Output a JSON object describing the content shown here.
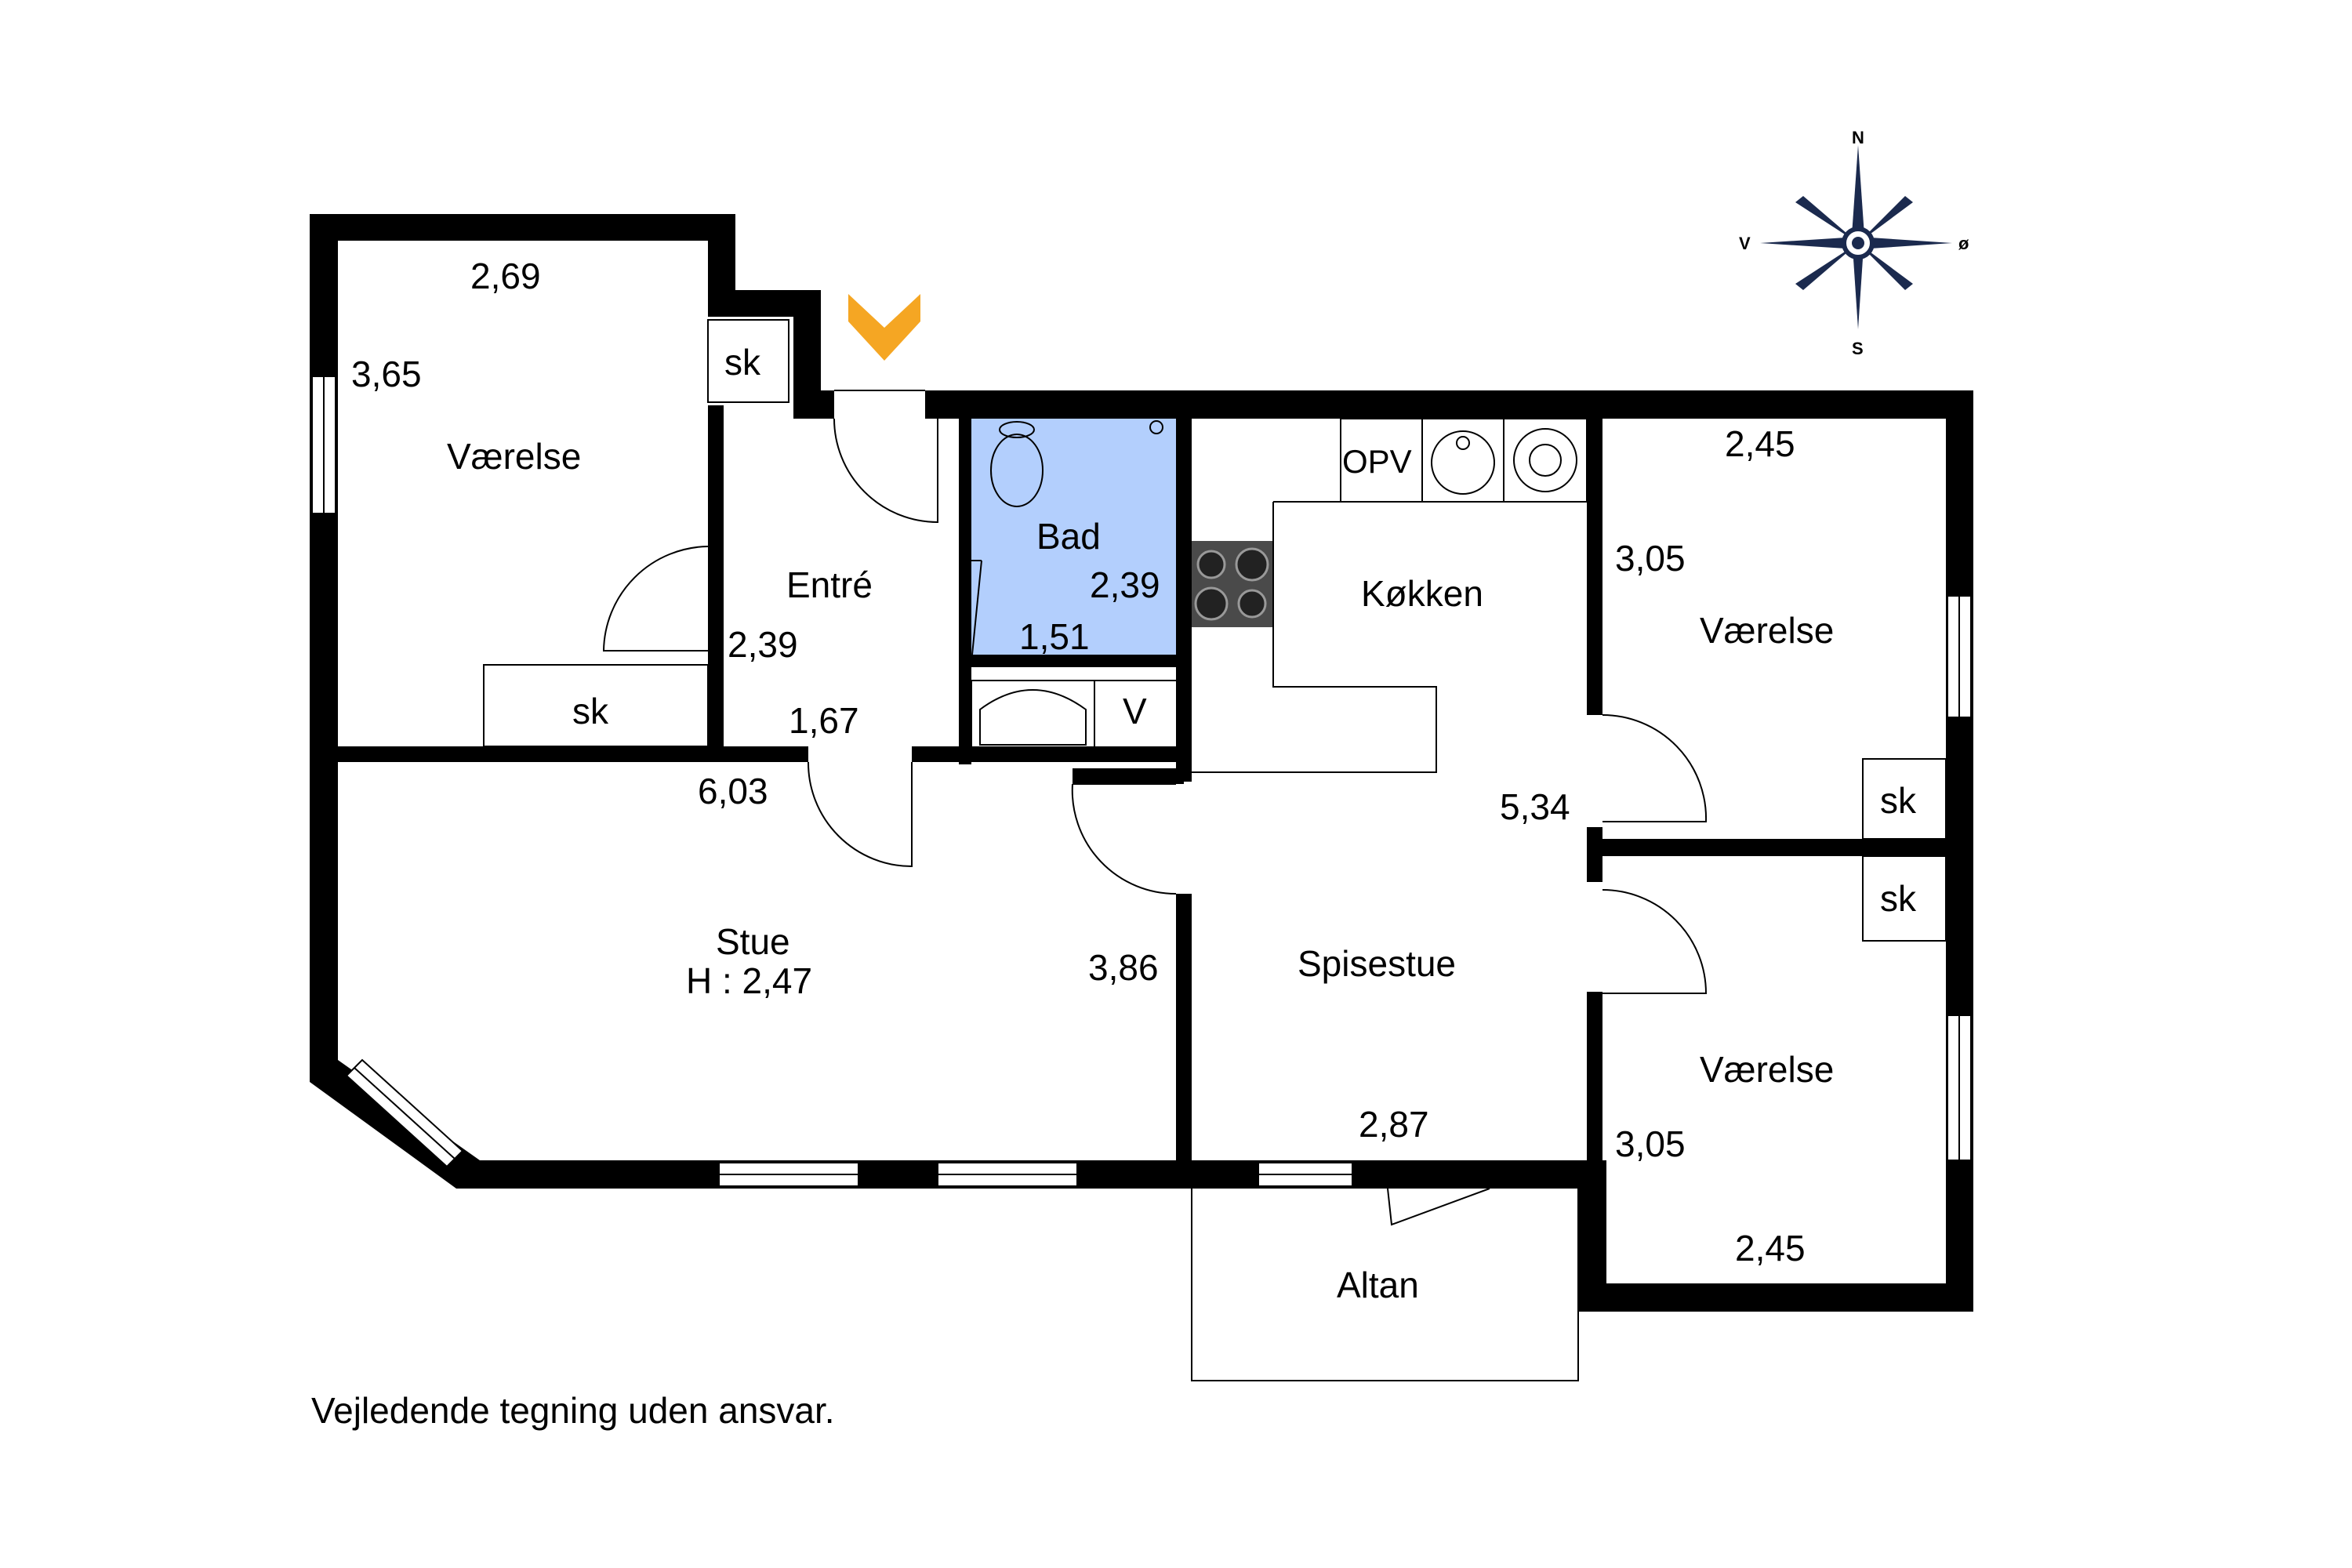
{
  "rooms": {
    "bedroom_nw": {
      "name": "Værelse",
      "dim_top": "2,69",
      "dim_side": "3,65"
    },
    "closet_nw_1": {
      "name": "sk"
    },
    "closet_nw_2": {
      "name": "sk"
    },
    "entry": {
      "name": "Entré",
      "dim_side": "2,39",
      "dim_bottom": "1,67"
    },
    "bath": {
      "name": "Bad",
      "dim_side": "2,39",
      "dim_bottom": "1,51",
      "washer_label": "V"
    },
    "kitchen": {
      "name": "Køkken",
      "opv_label": "OPV"
    },
    "bedroom_ne": {
      "name": "Værelse",
      "dim_top": "2,45",
      "dim_side": "3,05",
      "closet": "sk"
    },
    "bedroom_se": {
      "name": "Værelse",
      "dim_bottom": "2,45",
      "dim_side": "3,05",
      "closet": "sk"
    },
    "living": {
      "name": "Stue",
      "height": "H : 2,47",
      "dim_top": "6,03",
      "dim_side": "3,86"
    },
    "dining": {
      "name": "Spisestue",
      "dim_side": "5,34",
      "dim_bottom": "2,87"
    },
    "balcony": {
      "name": "Altan"
    }
  },
  "compass": {
    "n": "N",
    "s": "S",
    "w": "V",
    "e": "ø"
  },
  "disclaimer": "Vejledende tegning uden ansvar.",
  "colors": {
    "bath_fill": "#b3cffd",
    "entrance_marker": "#f5a623",
    "compass_dark": "#1b2a4e"
  }
}
